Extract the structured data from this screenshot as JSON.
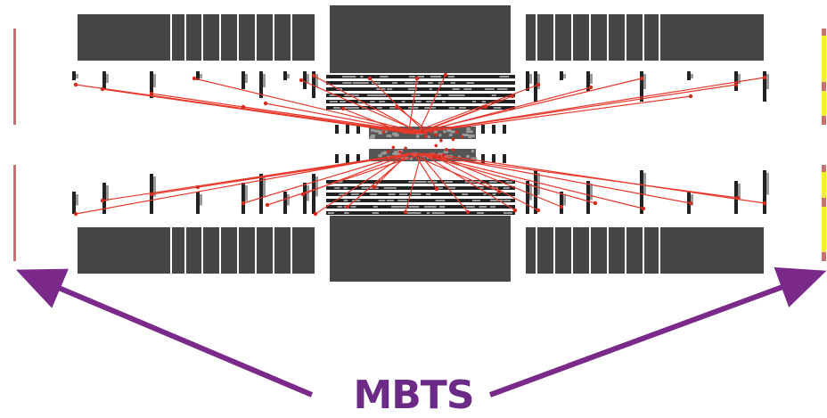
{
  "label": "MBTS",
  "colors": {
    "background": "#ffffff",
    "calorimeter_block": "#454545",
    "block_divider": "#ffffff",
    "track": "#e8382a",
    "hit": "#d42a20",
    "detector_module": "#222222",
    "detector_gray": "#9a9a9a",
    "mbts_strip": "#c97070",
    "mbts_active": "#f4ee3a",
    "arrow": "#7b2a8b",
    "label": "#6a2a86"
  },
  "annotations": {
    "arrows": [
      "left-mbts-pointer",
      "right-mbts-pointer"
    ]
  }
}
